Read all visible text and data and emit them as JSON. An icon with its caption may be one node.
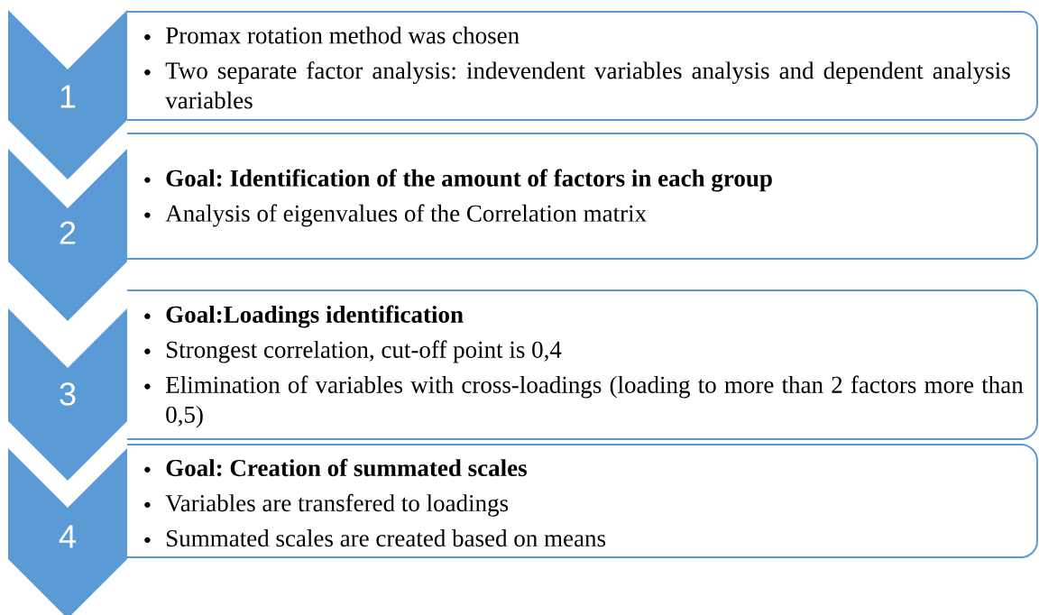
{
  "diagram": {
    "nodes": [
      {
        "text": [
          "1"
        ]
      },
      {
        "text": [
          "Promax rotation method was chosen",
          "Two separate factor analysis: indevendent variables analysis and dependent analysis variables"
        ]
      },
      {
        "text": [
          "2"
        ]
      },
      {
        "text": [
          "**Goal: Identification of the amount of factors in each group**",
          "Analysis of eigenvalues of the Correlation matrix"
        ]
      },
      {
        "text": [
          "3"
        ]
      },
      {
        "text": [
          "**Goal:Loadings identification**",
          "Strongest correlation, cut-off point is 0,4",
          "Elimination of variables with cross-loadings (loading to more than 2 factors more than 0,5)"
        ]
      },
      {
        "text": [
          "4"
        ]
      },
      {
        "text": [
          "**Goal: Creation of summated scales**",
          "Variables are transfered to loadings",
          "Summated scales are created based on means"
        ]
      }
    ]
  }
}
